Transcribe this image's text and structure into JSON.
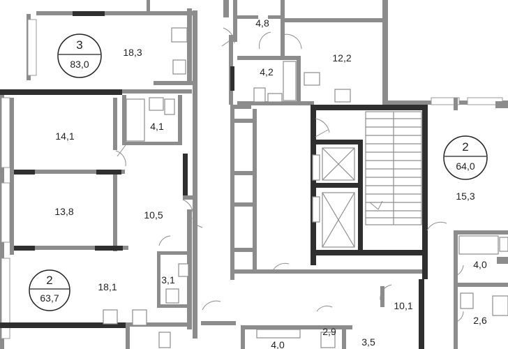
{
  "apartments": [
    {
      "number": "3",
      "area": "83,0"
    },
    {
      "number": "2",
      "area": "63,7"
    },
    {
      "number": "2",
      "area": "64,0"
    }
  ],
  "rooms": {
    "r_18_3": "18,3",
    "r_14_1": "14,1",
    "r_13_8": "13,8",
    "r_18_1": "18,1",
    "r_10_5": "10,5",
    "r_4_1": "4,1",
    "r_3_1": "3,1",
    "r_4_8": "4,8",
    "r_4_2": "4,2",
    "r_12_2": "12,2",
    "r_15_3": "15,3",
    "r_4_0_right": "4,0",
    "r_2_6": "2,6",
    "r_10_1": "10,1",
    "r_2_9": "2,9",
    "r_3_5": "3,5",
    "r_4_0_bottom": "4,0"
  },
  "colors": {
    "wall_dark": "#2f2f2f",
    "wall_light": "#8c8c8c",
    "background": "#ffffff"
  }
}
